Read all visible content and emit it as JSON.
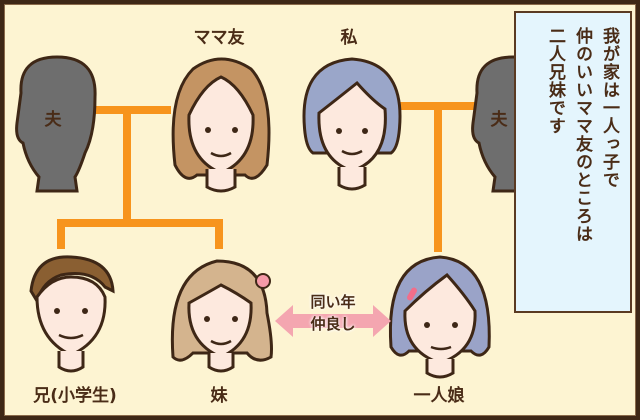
{
  "labels": {
    "husband_left": "夫",
    "mama_friend": "ママ友",
    "me": "私",
    "husband_right": "夫",
    "older_brother": "兄(小学生)",
    "younger_sister": "妹",
    "only_daughter": "一人娘"
  },
  "relation": {
    "line1": "同い年",
    "line2": "仲良し"
  },
  "narration": "我が家は一人っ子で 仲のいいママ友のところは 二人兄妹です",
  "colors": {
    "background": "#fdf4d2",
    "line": "#f7941d",
    "arrow": "#f4a6b0",
    "note_bg": "#e4f5fd",
    "text": "#4a2c17"
  }
}
